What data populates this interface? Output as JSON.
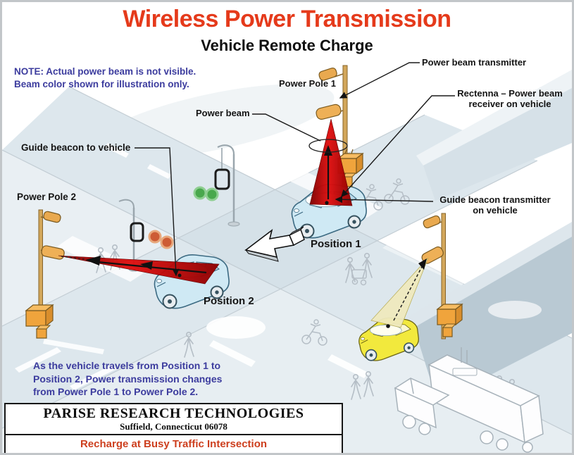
{
  "title": "Wireless Power Transmission",
  "subtitle": "Vehicle Remote Charge",
  "note": {
    "line1": "NOTE: Actual power beam is not visible.",
    "line2": "Beam color shown for illustration only."
  },
  "labels": {
    "power_beam_transmitter": "Power beam transmitter",
    "power_pole_1": "Power Pole 1",
    "rectenna_line1": "Rectenna – Power beam",
    "rectenna_line2": "receiver on vehicle",
    "power_beam": "Power beam",
    "guide_beacon_to_vehicle": "Guide beacon to vehicle",
    "power_pole_2": "Power Pole 2",
    "guide_beacon_transmitter_line1": "Guide beacon transmitter",
    "guide_beacon_transmitter_line2": "on vehicle",
    "position_1": "Position 1",
    "position_2": "Position 2"
  },
  "caption": {
    "line1": "As the vehicle travels from Position 1 to",
    "line2": "Position 2, Power transmission changes",
    "line3": "from Power Pole 1 to Power Pole 2."
  },
  "footer": {
    "company": "PARISE RESEARCH TECHNOLOGIES",
    "address": "Suffield, Connecticut 06078",
    "tagline": "Recharge at Busy Traffic Intersection"
  },
  "colors": {
    "title": "#e53a1b",
    "note_text": "#3c3c9e",
    "tagline": "#cd3f1e",
    "power_beam_red": "#d40f0f",
    "guide_beam_yellow": "#efeabe",
    "power_pole": "#d2a758",
    "car_blue": "#cfe9f4",
    "car_yellow": "#f2e93d"
  }
}
